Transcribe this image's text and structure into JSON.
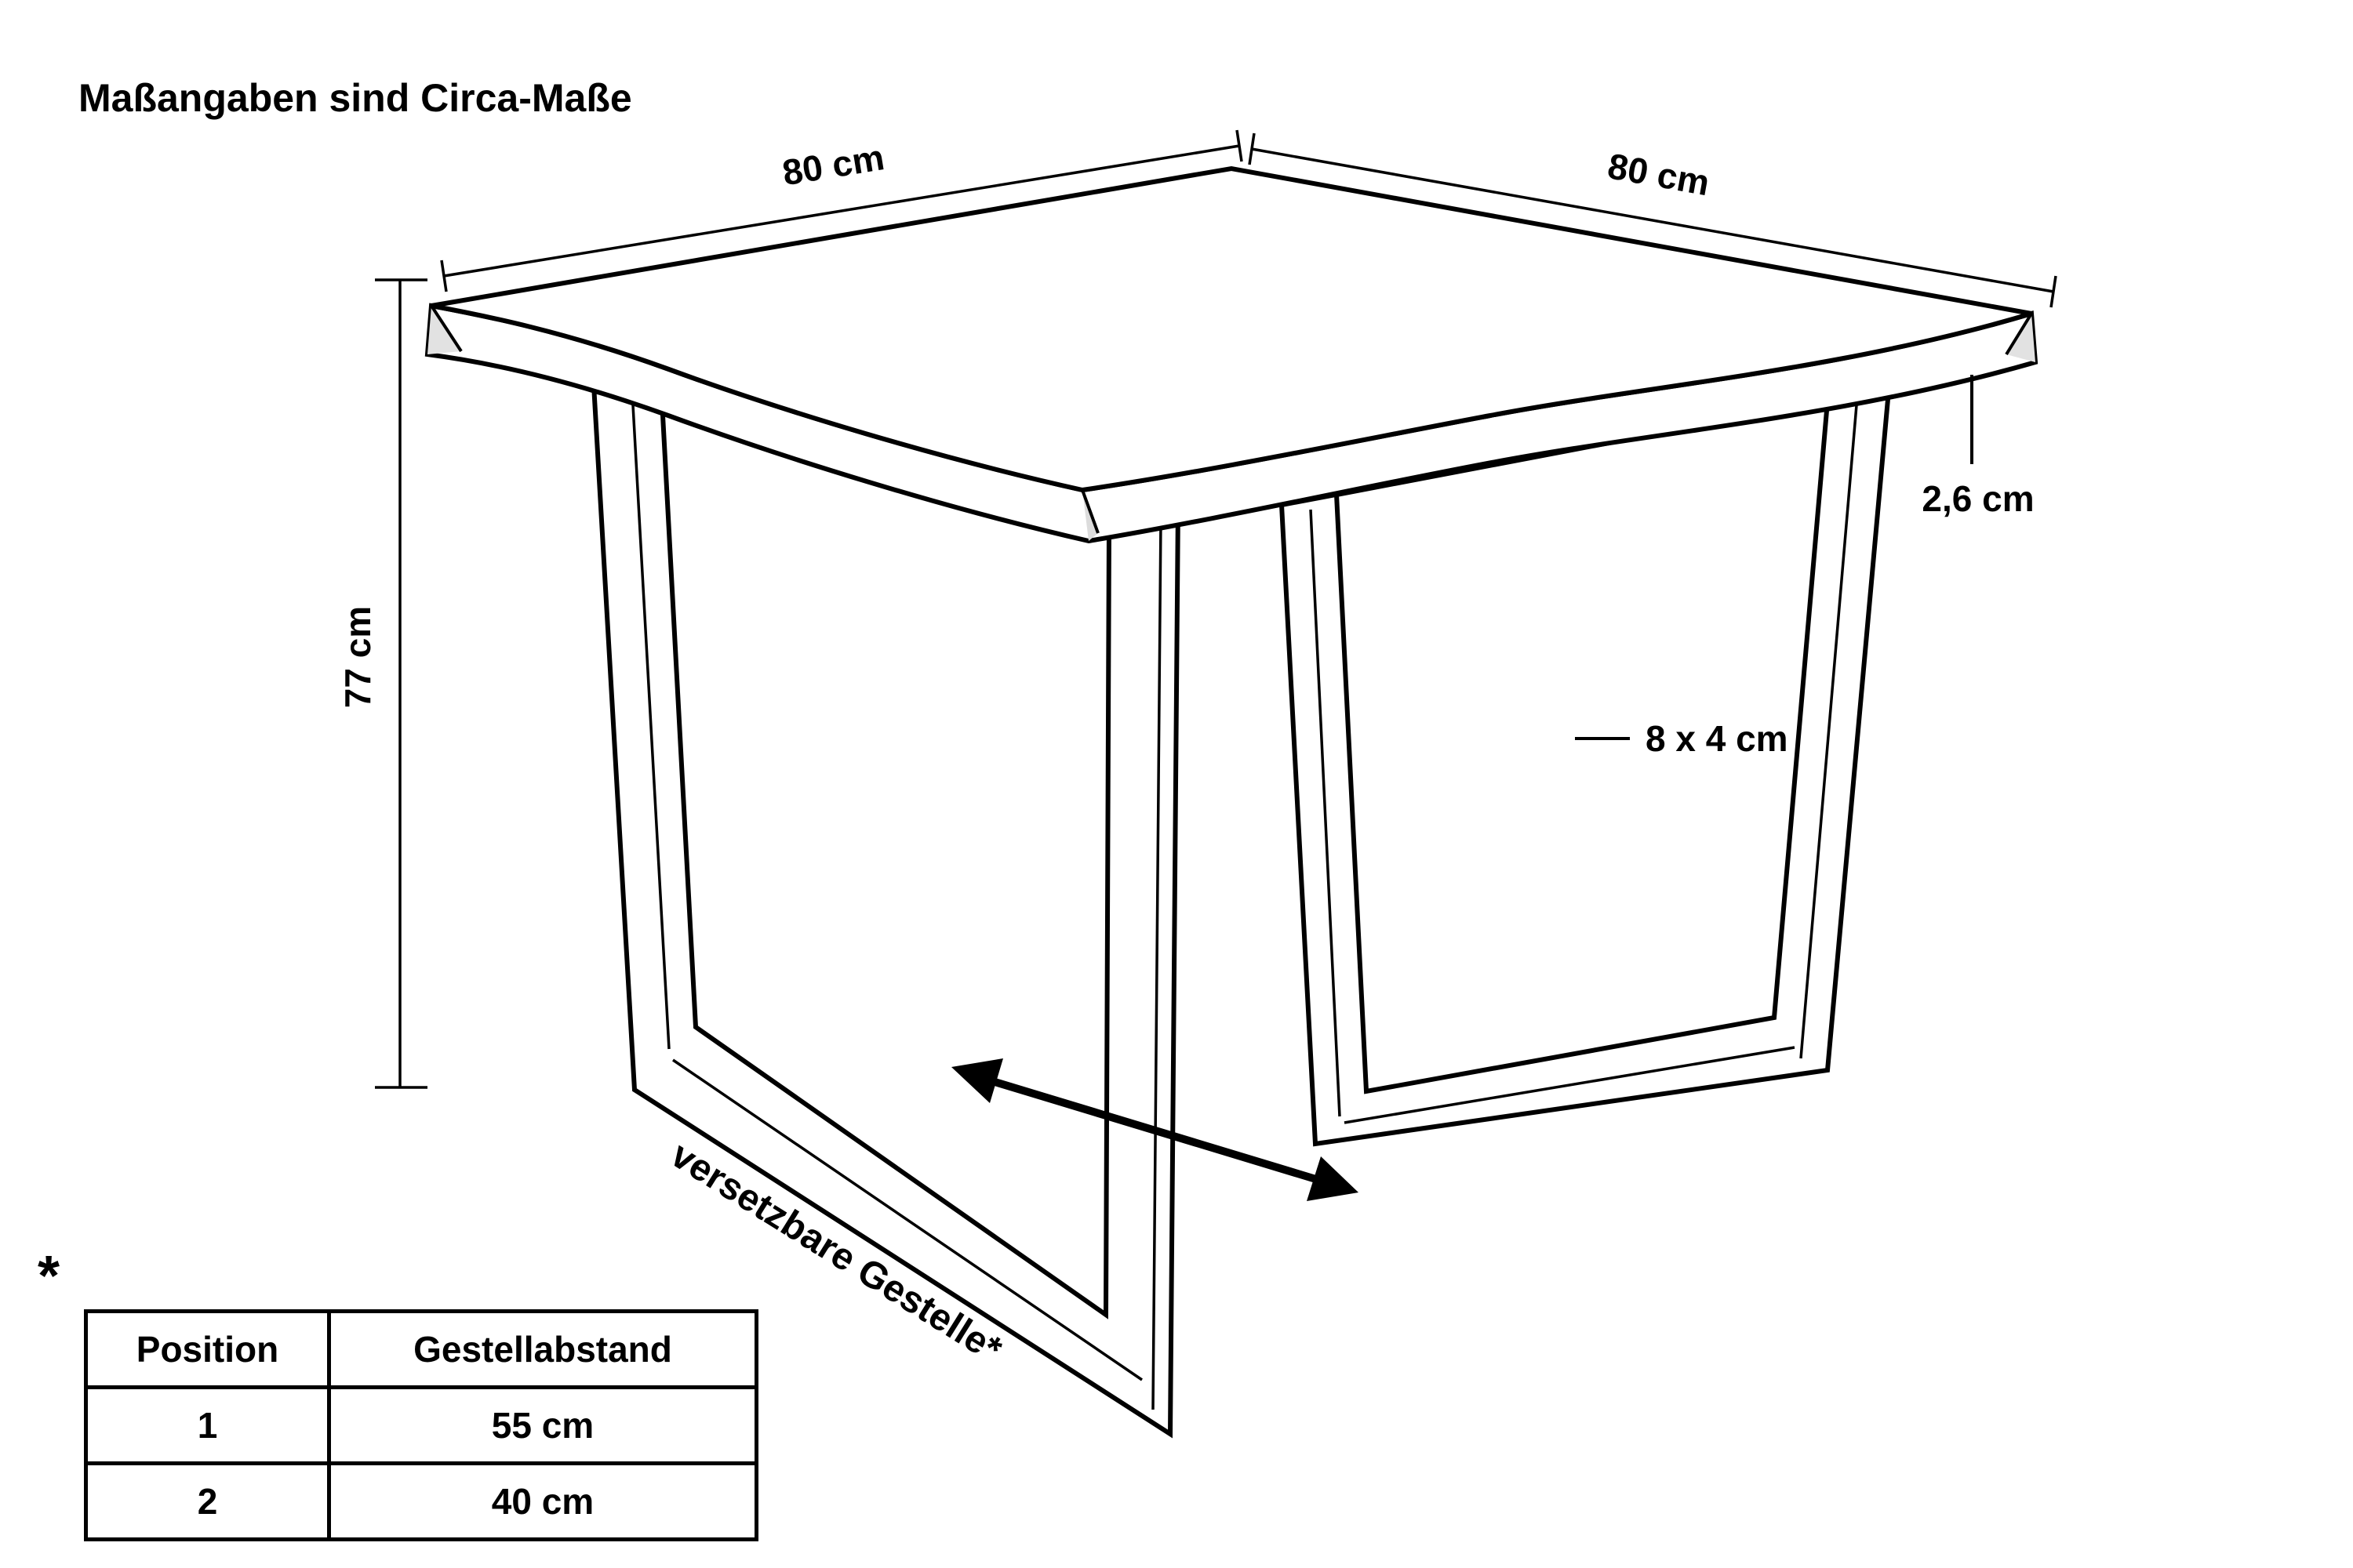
{
  "title": "Maßangaben sind Circa-Maße",
  "dimensions": {
    "top_depth": "80 cm",
    "top_width": "80 cm",
    "height": "77 cm",
    "top_thickness": "2,6 cm",
    "frame_profile": "8 x 4 cm"
  },
  "annotations": {
    "movable_frames": "versetzbare Gestelle*",
    "footnote_marker": "*"
  },
  "spacing_table": {
    "headers": [
      "Position",
      "Gestellabstand"
    ],
    "rows": [
      {
        "position": "1",
        "distance": "55 cm"
      },
      {
        "position": "2",
        "distance": "40 cm"
      }
    ]
  },
  "colors": {
    "line": "#000000",
    "background": "#ffffff",
    "chamfer_shade": "#e2e2e2"
  }
}
